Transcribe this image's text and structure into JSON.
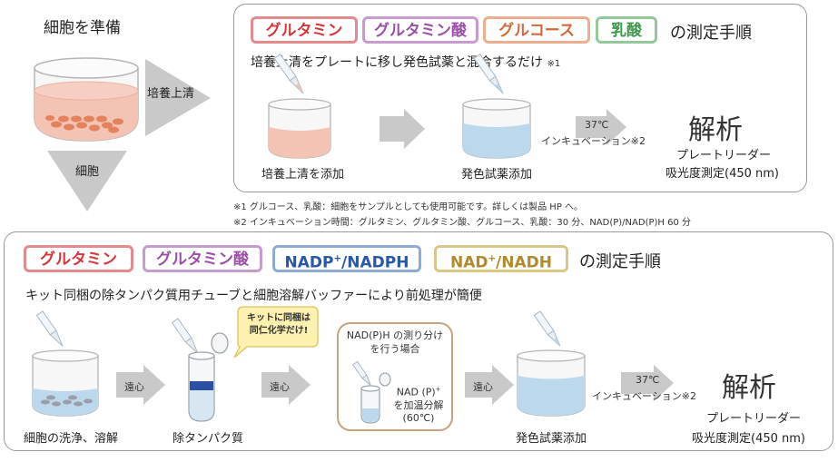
{
  "left": {
    "title": "細胞を準備",
    "supernatant_label": "培養上清",
    "cells_label": "細胞"
  },
  "top_panel": {
    "badges": [
      "グルタミン",
      "グルタミン酸",
      "グルコース",
      "乳酸"
    ],
    "heading_tail": "の測定手順",
    "subtitle": "培養上清をプレートに移し発色試薬と混合するだけ",
    "subtitle_note": "※1",
    "step1_label": "培養上清を添加",
    "step2_label": "発色試薬添加",
    "incubation_temp": "37℃",
    "incubation_label": "インキュベーション※2",
    "analysis_title": "解析",
    "analysis_line1": "プレートリーダー",
    "analysis_line2": "吸光度測定(450 nm)"
  },
  "notes": {
    "note1": "※1 グルコース、乳酸：細胞をサンプルとしても使用可能です。詳しくは製品 HP へ。",
    "note2": "※2 インキュベーション時間：グルタミン、グルタミン酸、グルコース、乳酸：30 分、NAD(P)/NAD(P)H 60 分"
  },
  "bottom_panel": {
    "badge_gln": "グルタミン",
    "badge_glu": "グルタミン酸",
    "badge_nadp_a": "NADP",
    "badge_nadp_sup": "+",
    "badge_nadp_b": "/NADPH",
    "badge_nad_a": "NAD",
    "badge_nad_sup": "+",
    "badge_nad_b": "/NADH",
    "heading_tail": "の測定手順",
    "subtitle": "キット同梱の除タンパク質用チューブと細胞溶解バッファーにより前処理が簡便",
    "step1_label": "細胞の洗浄、溶解",
    "centrifuge1": "遠心",
    "step2_label": "除タンパク質",
    "bubble_line1": "キットに同梱は",
    "bubble_line2": "同仁化学だけ!",
    "centrifuge2": "遠心",
    "optional_line1": "NAD(P)H の測り分け",
    "optional_line2": "を行う場合",
    "optional_nad_a": "NAD (P)",
    "optional_nad_sup": "+",
    "optional_heat1": "を加温分解",
    "optional_heat2": "(60℃)",
    "centrifuge3": "遠心",
    "step3_label": "発色試薬添加",
    "incubation_temp": "37℃",
    "incubation_label": "インキュベーション※2",
    "analysis_title": "解析",
    "analysis_line1": "プレートリーダー",
    "analysis_line2": "吸光度測定(450 nm)"
  },
  "colors": {
    "supernatant_pink": "#f3c3b4",
    "reagent_blue": "#bcd8ec",
    "cell_orange": "#e4825e",
    "arrow_gray": "#c9c9c9",
    "optional_border": "#c8a27c",
    "bubble_fill": "#fdf1b0"
  }
}
